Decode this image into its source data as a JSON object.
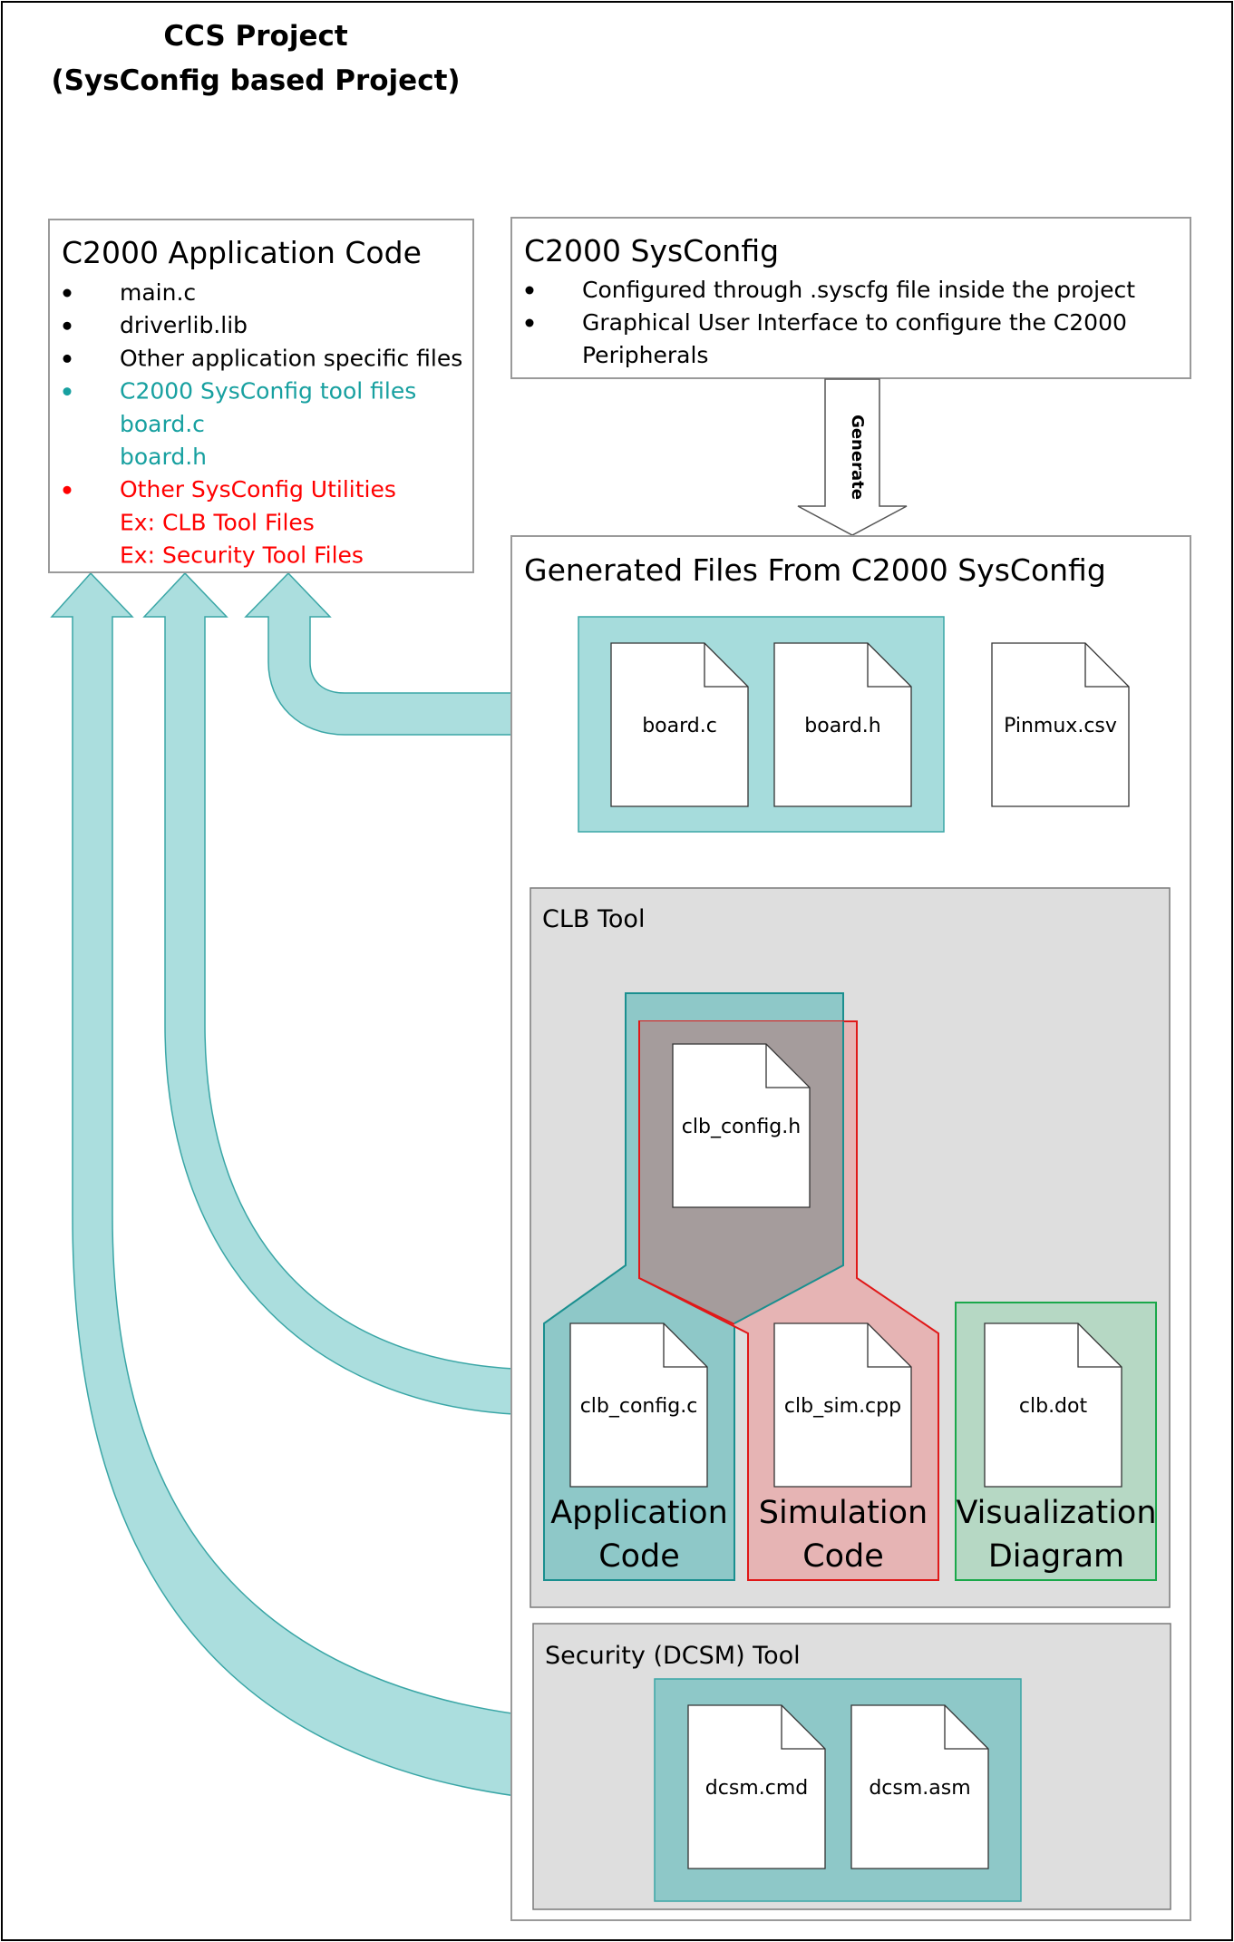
{
  "project": {
    "title_line1": "CCS Project",
    "title_line2": "(SysConfig based Project)"
  },
  "app_code": {
    "title": "C2000 Application Code",
    "items": [
      {
        "bullet": true,
        "text": "main.c",
        "color": "#000000"
      },
      {
        "bullet": true,
        "text": "driverlib.lib",
        "color": "#000000"
      },
      {
        "bullet": true,
        "text": "Other application specific files",
        "color": "#000000"
      },
      {
        "bullet": true,
        "text": "C2000 SysConfig tool files",
        "color": "#17a0a0"
      },
      {
        "bullet": false,
        "text": "board.c",
        "color": "#17a0a0"
      },
      {
        "bullet": false,
        "text": "board.h",
        "color": "#17a0a0"
      },
      {
        "bullet": true,
        "text": "Other SysConfig Utilities",
        "color": "#ff0000"
      },
      {
        "bullet": false,
        "text": "Ex: CLB Tool Files",
        "color": "#ff0000"
      },
      {
        "bullet": false,
        "text": "Ex: Security Tool Files",
        "color": "#ff0000"
      }
    ]
  },
  "sysconfig": {
    "title": "C2000 SysConfig",
    "items": [
      {
        "bullet": true,
        "text": "Configured through .syscfg file inside the project"
      },
      {
        "bullet": true,
        "text": "Graphical User Interface to configure the C2000"
      },
      {
        "bullet": false,
        "text": "Peripherals"
      }
    ]
  },
  "generate_arrow": {
    "label": "Generate"
  },
  "generated": {
    "title": "Generated Files From C2000 SysConfig",
    "files": {
      "board_c": "board.c",
      "board_h": "board.h",
      "pinmux": "Pinmux.csv"
    }
  },
  "clb_tool": {
    "title": "CLB Tool",
    "files": {
      "config_h": "clb_config.h",
      "config_c": "clb_config.c",
      "sim_cpp": "clb_sim.cpp",
      "dot": "clb.dot"
    },
    "groups": {
      "application_line1": "Application",
      "application_line2": "Code",
      "simulation_line1": "Simulation",
      "simulation_line2": "Code",
      "visualization_line1": "Visualization",
      "visualization_line2": "Diagram"
    }
  },
  "security_tool": {
    "title": "Security (DCSM) Tool",
    "files": {
      "cmd": "dcsm.cmd",
      "asm": "dcsm.asm"
    }
  },
  "colors": {
    "teal_fill": "#a6dcdc",
    "teal_dark": "#8ec8c8",
    "teal_stroke": "#3aa6a6",
    "teal_text": "#17a0a0",
    "red_text": "#ff0000",
    "gray_panel": "#dedede",
    "brown_fill": "#a59c9c",
    "pink_fill": "#e6b4b4",
    "green_fill": "#b6d8c4",
    "green_stroke": "#1aa84a"
  }
}
